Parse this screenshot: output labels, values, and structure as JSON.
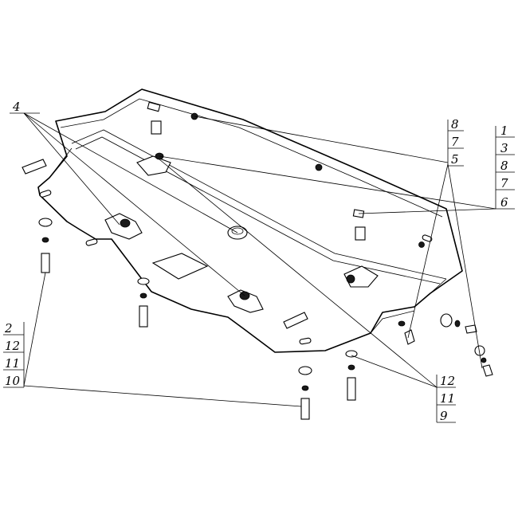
{
  "diagram": {
    "callouts": {
      "left_top": [
        "4"
      ],
      "right_mid_stack": [
        "8",
        "7",
        "5"
      ],
      "right_far_stack": [
        "1",
        "3",
        "8",
        "7",
        "6"
      ],
      "left_bottom_stack": [
        "2",
        "12",
        "11",
        "10"
      ],
      "right_bottom_stack": [
        "12",
        "11",
        "9"
      ]
    }
  }
}
